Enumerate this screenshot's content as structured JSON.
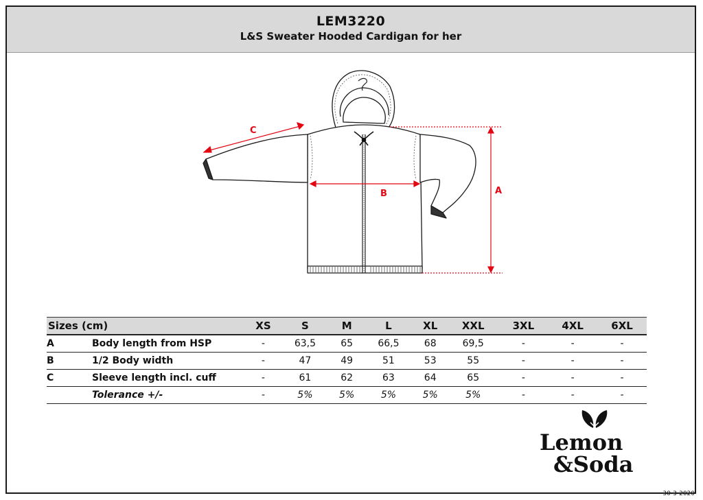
{
  "header": {
    "code": "LEM3220",
    "title": "L&S Sweater Hooded Cardigan for her"
  },
  "measure_labels": {
    "a": "A",
    "b": "B",
    "c": "C"
  },
  "size_table": {
    "title": "Sizes (cm)",
    "sizes": [
      "XS",
      "S",
      "M",
      "L",
      "XL",
      "XXL",
      "3XL",
      "4XL",
      "6XL"
    ],
    "rows": [
      {
        "key": "A",
        "label": "Body length from HSP",
        "values": [
          "-",
          "63,5",
          "65",
          "66,5",
          "68",
          "69,5",
          "-",
          "-",
          "-"
        ]
      },
      {
        "key": "B",
        "label": "1/2 Body width",
        "values": [
          "-",
          "47",
          "49",
          "51",
          "53",
          "55",
          "-",
          "-",
          "-"
        ]
      },
      {
        "key": "C",
        "label": "Sleeve length incl. cuff",
        "values": [
          "-",
          "61",
          "62",
          "63",
          "64",
          "65",
          "-",
          "-",
          "-"
        ]
      },
      {
        "key": "",
        "label": "Tolerance +/-",
        "values": [
          "-",
          "5%",
          "5%",
          "5%",
          "5%",
          "5%",
          "-",
          "-",
          "-"
        ]
      }
    ]
  },
  "brand": {
    "line1": "Lemon",
    "line2": "&Soda"
  },
  "date": "30-3-2020",
  "colors": {
    "measure_red": "#e30613",
    "header_gray": "#d9d9d9"
  },
  "icons": {
    "logo": "leaf-heart-icon"
  }
}
